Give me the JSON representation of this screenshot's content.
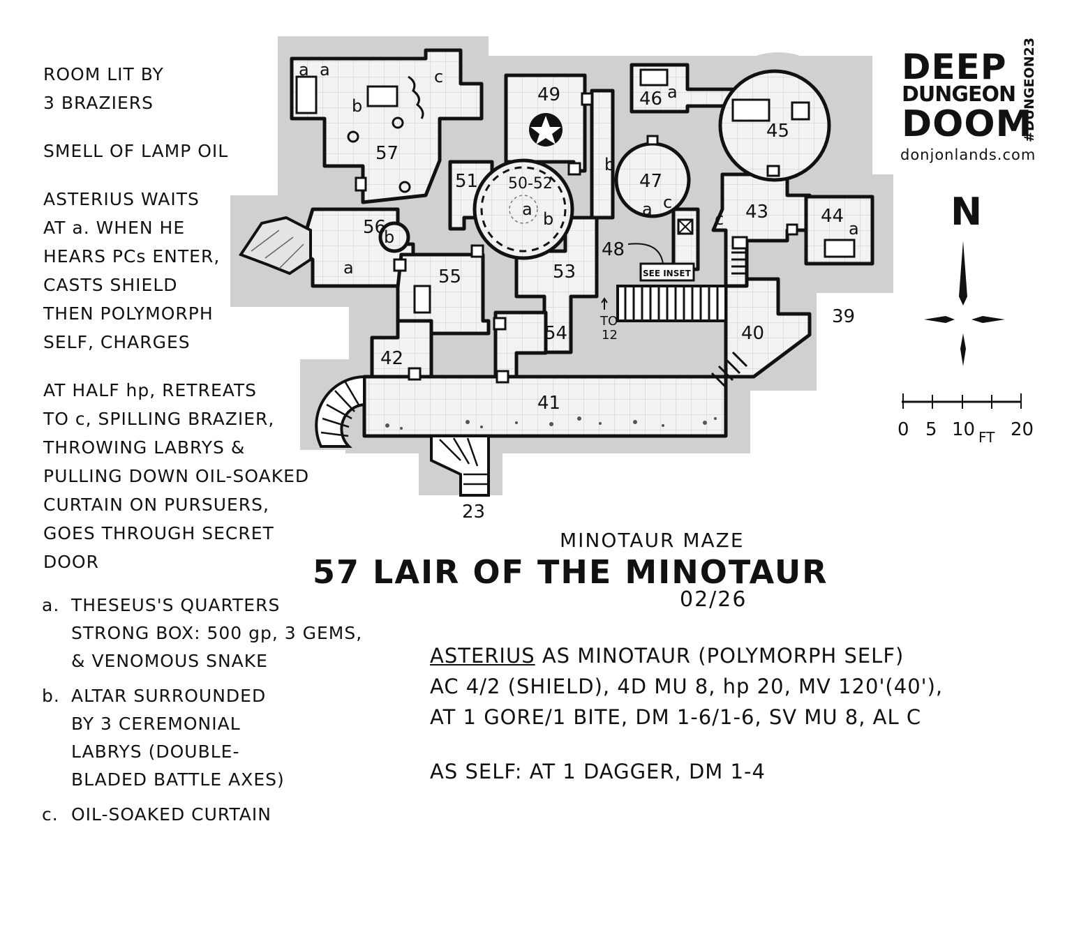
{
  "notes": {
    "lighting": [
      "ROOM LIT BY",
      "3 BRAZIERS"
    ],
    "smell": [
      "SMELL OF LAMP OIL"
    ],
    "behaviour": [
      "ASTERIUS WAITS",
      "AT a. WHEN HE",
      "HEARS PCs ENTER,",
      "CASTS SHIELD",
      "THEN POLYMORPH",
      "SELF, CHARGES"
    ],
    "retreat": [
      "AT HALF hp, RETREATS",
      "TO c, SPILLING BRAZIER,",
      "THROWING LABRYS &",
      "PULLING DOWN OIL-SOAKED",
      "CURTAIN ON PURSUERS,",
      "GOES THROUGH SECRET",
      "DOOR"
    ]
  },
  "key": [
    {
      "letter": "a.",
      "lines": [
        "THESEUS'S QUARTERS",
        "STRONG BOX: 500 gp, 3 GEMS,",
        "& VENOMOUS SNAKE"
      ]
    },
    {
      "letter": "b.",
      "lines": [
        "ALTAR SURROUNDED",
        "BY 3 CEREMONIAL",
        "LABRYS (DOUBLE-",
        "BLADED BATTLE AXES)"
      ]
    },
    {
      "letter": "c.",
      "lines": [
        "OIL-SOAKED CURTAIN"
      ]
    }
  ],
  "title": {
    "subtitle": "MINOTAUR MAZE",
    "main": "57  LAIR OF THE MINOTAUR",
    "date": "02/26"
  },
  "stats": {
    "name": "ASTERIUS",
    "heading_rest": " AS MINOTAUR (POLYMORPH SELF)",
    "line1": "AC 4/2 (SHIELD), 4D MU 8, hp 20, MV 120'(40'),",
    "line2": "AT 1 GORE/1 BITE, DM 1-6/1-6, SV MU 8, AL C",
    "self": "AS SELF: AT 1 DAGGER, DM 1-4"
  },
  "brand": {
    "line1": "DEEP",
    "line2": "DUNGEON",
    "line3": "DOOM",
    "hashtag": "#DUNGEON23",
    "website": "donjonlands.com"
  },
  "compass": {
    "north": "N"
  },
  "scale": {
    "ticks": [
      "0",
      "5",
      "10",
      "20"
    ],
    "unit": "FT"
  },
  "map": {
    "rooms": [
      {
        "label": "57"
      },
      {
        "label": "56"
      },
      {
        "label": "55"
      },
      {
        "label": "54"
      },
      {
        "label": "53"
      },
      {
        "label": "51"
      },
      {
        "label": "50-52"
      },
      {
        "label": "49"
      },
      {
        "label": "48"
      },
      {
        "label": "47"
      },
      {
        "label": "46"
      },
      {
        "label": "45"
      },
      {
        "label": "44"
      },
      {
        "label": "43"
      },
      {
        "label": "42"
      },
      {
        "label": "41"
      },
      {
        "label": "40"
      },
      {
        "label": "39"
      },
      {
        "label": "23"
      }
    ],
    "features": [
      "a",
      "b",
      "c",
      "a",
      "b",
      "a",
      "a",
      "b",
      "a",
      "b",
      "a",
      "c",
      "c",
      "a"
    ],
    "inset": "SEE INSET",
    "to_note": [
      "TO",
      "12"
    ]
  },
  "colors": {
    "ink": "#111111",
    "floor": "#f2f2f2",
    "shadow": "#d0d0d0",
    "stair": "#111111"
  }
}
